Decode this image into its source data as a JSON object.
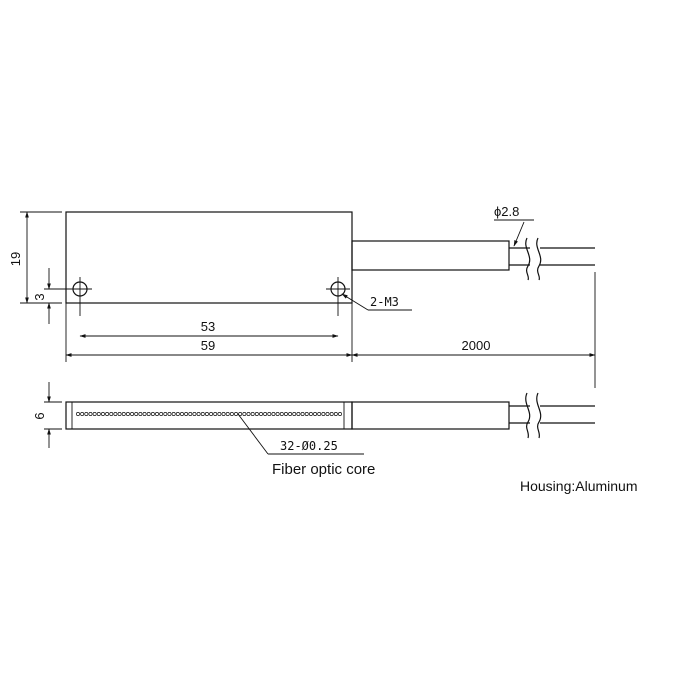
{
  "dimensions": {
    "height_total": "19",
    "hole_offset": "3",
    "hole_spacing": "53",
    "body_length": "59",
    "cable_length": "2000",
    "thickness": "6"
  },
  "labels": {
    "cable_diameter": "ϕ2.8",
    "mount_holes": "2-M3",
    "fiber_count": "32-Ø0.25",
    "fiber_core": "Fiber optic core",
    "housing": "Housing:Aluminum"
  },
  "fiber_array": {
    "count": 32
  }
}
